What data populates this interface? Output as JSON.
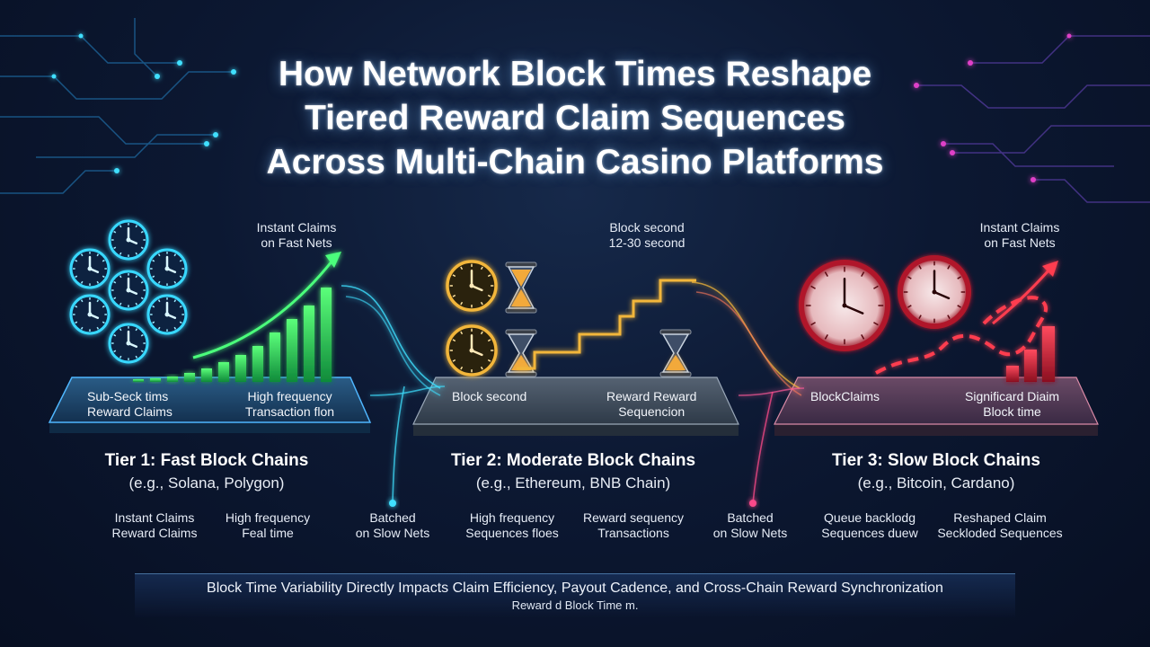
{
  "title": {
    "line1": "How Network Block Times Reshape",
    "line2": "Tiered Reward Claim Sequences",
    "line3": "Across Multi-Chain Casino Platforms"
  },
  "callouts": {
    "instant_fast_left": {
      "line1": "Instant Claims",
      "line2": "on Fast Nets"
    },
    "block_second": {
      "line1": "Block second",
      "line2": "12-30 second"
    },
    "instant_fast_right": {
      "line1": "Instant Claims",
      "line2": "on Fast Nets"
    }
  },
  "platforms": {
    "tier1": {
      "left": {
        "line1": "Sub-Seck tims",
        "line2": "Reward Claims"
      },
      "right": {
        "line1": "High frequency",
        "line2": "Transaction flon"
      }
    },
    "tier2": {
      "left": {
        "line1": "Block second"
      },
      "right": {
        "line1": "Reward Reward",
        "line2": "Sequencion"
      }
    },
    "tier3": {
      "left": {
        "line1": "BlockClaims"
      },
      "right": {
        "line1": "Significard Diaim",
        "line2": "Block time"
      }
    }
  },
  "tiers": [
    {
      "title": "Tier 1: Fast Block Chains",
      "subtitle": "(e.g., Solana, Polygon)",
      "color": "#3fe0ff"
    },
    {
      "title": "Tier 2: Moderate Block Chains",
      "subtitle": "(e.g., Ethereum, BNB Chain)",
      "color": "#f2b63a"
    },
    {
      "title": "Tier 3: Slow Block Chains",
      "subtitle": "(e.g., Bitcoin, Cardano)",
      "color": "#ff3d5a"
    }
  ],
  "bottom_labels": [
    {
      "line1": "Instant Claims",
      "line2": "Reward Claims"
    },
    {
      "line1": "High frequency",
      "line2": "Feal time"
    },
    {
      "line1": "Batched",
      "line2": "on Slow Nets"
    },
    {
      "line1": "High frequency",
      "line2": "Sequences floes"
    },
    {
      "line1": "Reward sequency",
      "line2": "Transactions"
    },
    {
      "line1": "Batched",
      "line2": "on Slow Nets"
    },
    {
      "line1": "Queue backlodg",
      "line2": "Sequences duew"
    },
    {
      "line1": "Reshaped Claim",
      "line2": "Seckloded Sequences"
    }
  ],
  "banner": {
    "line1": "Block Time Variability Directly Impacts Claim Efficiency, Payout Cadence, and Cross-Chain Reward Synchronization",
    "line2": "Reward  d Block Time m."
  },
  "colors": {
    "accent_cyan": "#3fe0ff",
    "accent_green": "#39e86a",
    "accent_gold": "#f2b63a",
    "accent_red": "#ff3d5a",
    "accent_magenta": "#e040c8"
  },
  "icons": [
    "clock-icon",
    "hourglass-icon",
    "trend-arrow-icon"
  ]
}
